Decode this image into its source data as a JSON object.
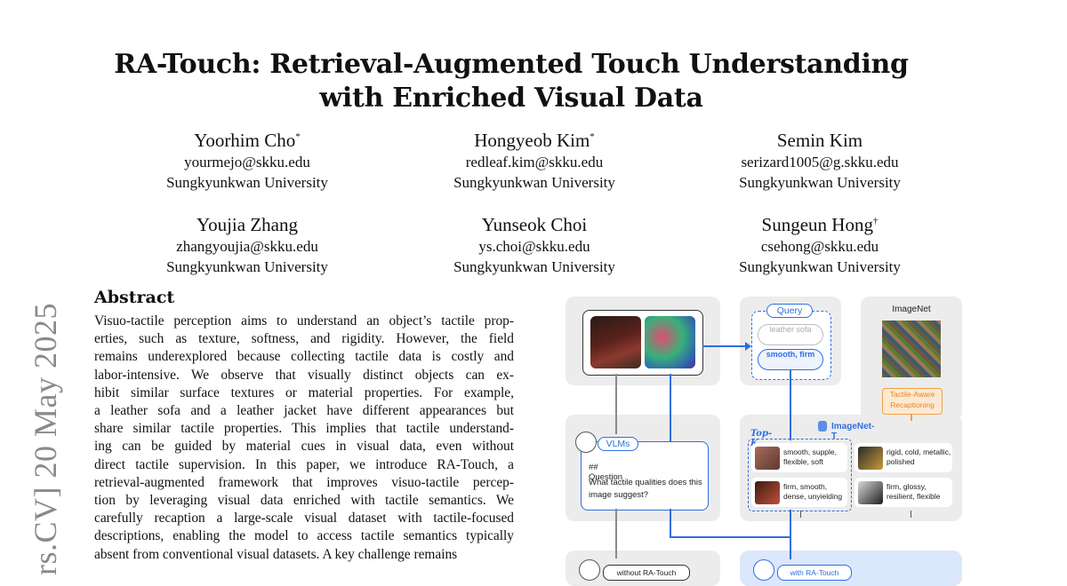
{
  "paper": {
    "title_line1": "RA-Touch: Retrieval-Augmented Touch Understanding",
    "title_line2": "with Enriched Visual Data",
    "authors": [
      {
        "name": "Yoorhim Cho",
        "mark": "*",
        "email": "yourmejo@skku.edu",
        "affiliation": "Sungkyunkwan University"
      },
      {
        "name": "Hongyeob Kim",
        "mark": "*",
        "email": "redleaf.kim@skku.edu",
        "affiliation": "Sungkyunkwan University"
      },
      {
        "name": "Semin Kim",
        "mark": "",
        "email": "serizard1005@g.skku.edu",
        "affiliation": "Sungkyunkwan University"
      },
      {
        "name": "Youjia Zhang",
        "mark": "",
        "email": "zhangyoujia@skku.edu",
        "affiliation": "Sungkyunkwan University"
      },
      {
        "name": "Yunseok Choi",
        "mark": "",
        "email": "ys.choi@skku.edu",
        "affiliation": "Sungkyunkwan University"
      },
      {
        "name": "Sungeun Hong",
        "mark": "†",
        "email": "csehong@skku.edu",
        "affiliation": "Sungkyunkwan University"
      }
    ],
    "arxiv_sidebar": "rs.CV]  20 May 2025",
    "abstract_heading": "Abstract",
    "abstract_lines": [
      "Visuo-tactile perception aims to understand an object’s tactile prop-",
      "erties, such as texture, softness, and rigidity. However, the field",
      "remains underexplored because collecting tactile data is costly and",
      "labor-intensive. We observe that visually distinct objects can ex-",
      "hibit similar surface textures or material properties. For example,",
      "a leather sofa and a leather jacket have different appearances but",
      "share similar tactile properties. This implies that tactile understand-",
      "ing can be guided by material cues in visual data, even without",
      "direct tactile supervision. In this paper, we introduce RA-Touch, a",
      "retrieval-augmented framework that improves visuo-tactile percep-",
      "tion by leveraging visual data enriched with tactile semantics. We",
      "carefully recaption a large-scale visual dataset with tactile-focused",
      "descriptions, enabling the model to access tactile semantics typically",
      "absent from conventional visual datasets. A key challenge remains"
    ]
  },
  "figure": {
    "query_label": "Query",
    "query_pill1": "leather sofa",
    "query_pill2": "smooth, firm",
    "imagenet_label": "ImageNet",
    "recaption_label": "Tactile-Aware Recaptioning",
    "imagenet_t_label": "ImageNet-T",
    "topk_label": "Top-K",
    "vlm_label": "VLMs",
    "question_heading": "## Question",
    "question_text": "What tactile qualities does this image suggest?",
    "tiles": [
      {
        "text": "smooth, supple, flexible, soft"
      },
      {
        "text": "rigid, cold, metallic, polished"
      },
      {
        "text": "firm, smooth, dense, unyielding"
      },
      {
        "text": "firm, glossy, resilient, flexible"
      }
    ],
    "without_label": "without RA-Touch",
    "with_label": "with RA-Touch",
    "colors": {
      "accent": "#2f6ee0",
      "panel": "#ececec",
      "recaption": "#f0a045"
    }
  }
}
